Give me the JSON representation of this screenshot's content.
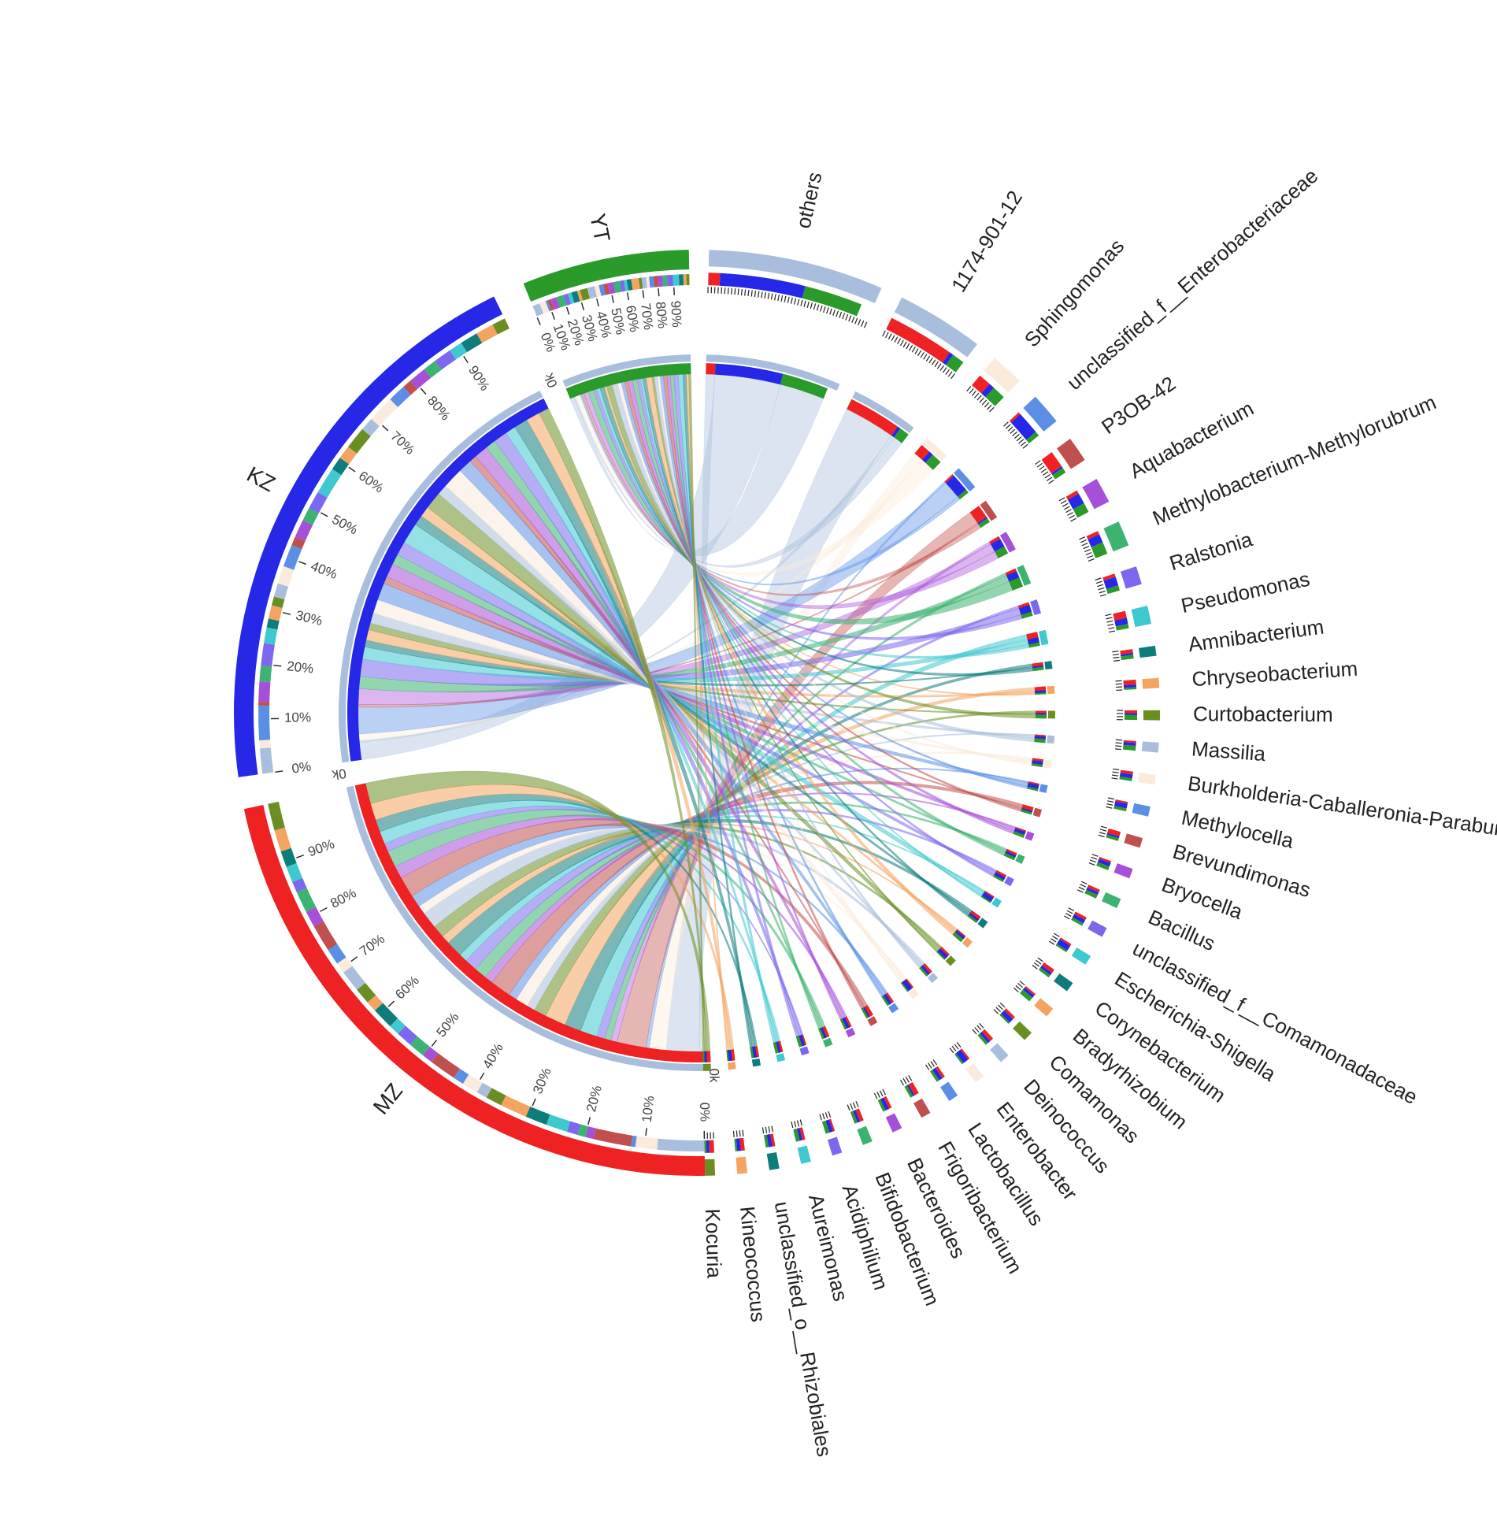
{
  "chart_data": {
    "type": "chord",
    "groups": [
      "MZ",
      "KZ",
      "YT"
    ],
    "group_colors": {
      "MZ": "#ee2222",
      "KZ": "#2727e8",
      "YT": "#2a9a2a"
    },
    "group_totals": [
      1.0,
      1.0,
      1.0
    ],
    "taxa": [
      {
        "name": "others",
        "color": "#a9bedc",
        "share": [
          0.07,
          0.51,
          0.35
        ]
      },
      {
        "name": "1174-901-12",
        "color": "#a9bedc",
        "share": [
          0.8,
          0.05,
          0.15
        ]
      },
      {
        "name": "Sphingomonas",
        "color": "#faebdc",
        "share": [
          0.4,
          0.18,
          0.42
        ]
      },
      {
        "name": "unclassified_f__Enterobacteriaceae",
        "color": "#5b8fe6",
        "share": [
          0.08,
          0.77,
          0.15
        ]
      },
      {
        "name": "P3OB-42",
        "color": "#c0504d",
        "share": [
          0.7,
          0.08,
          0.22
        ]
      },
      {
        "name": "Aquabacterium",
        "color": "#a64fd8",
        "share": [
          0.15,
          0.45,
          0.4
        ]
      },
      {
        "name": "Methylobacterium-Methylorubrum",
        "color": "#3cb371",
        "share": [
          0.15,
          0.35,
          0.5
        ]
      },
      {
        "name": "Ralstonia",
        "color": "#7b68ee",
        "share": [
          0.2,
          0.5,
          0.3
        ]
      },
      {
        "name": "Pseudomonas",
        "color": "#40c8d0",
        "share": [
          0.4,
          0.35,
          0.25
        ]
      },
      {
        "name": "Amnibacterium",
        "color": "#0e7c7b",
        "share": [
          0.4,
          0.2,
          0.4
        ]
      },
      {
        "name": "Chryseobacterium",
        "color": "#f4a460",
        "share": [
          0.5,
          0.3,
          0.2
        ]
      },
      {
        "name": "Curtobacterium",
        "color": "#6b8e23",
        "share": [
          0.3,
          0.2,
          0.5
        ]
      },
      {
        "name": "Massilia",
        "color": "#a9bedc",
        "share": [
          0.2,
          0.3,
          0.5
        ]
      },
      {
        "name": "Burkholderia-Caballeronia-Paraburkholderia",
        "color": "#faebdc",
        "share": [
          0.3,
          0.4,
          0.3
        ]
      },
      {
        "name": "Methylocella",
        "color": "#5b8fe6",
        "share": [
          0.2,
          0.5,
          0.3
        ]
      },
      {
        "name": "Brevundimonas",
        "color": "#c0504d",
        "share": [
          0.5,
          0.2,
          0.3
        ]
      },
      {
        "name": "Bryocella",
        "color": "#a64fd8",
        "share": [
          0.2,
          0.4,
          0.4
        ]
      },
      {
        "name": "Bacillus",
        "color": "#3cb371",
        "share": [
          0.3,
          0.3,
          0.4
        ]
      },
      {
        "name": "unclassified_f__Comamonadaceae",
        "color": "#7b68ee",
        "share": [
          0.3,
          0.4,
          0.3
        ]
      },
      {
        "name": "Escherichia-Shigella",
        "color": "#40c8d0",
        "share": [
          0.2,
          0.6,
          0.2
        ]
      },
      {
        "name": "Corynebacterium",
        "color": "#0e7c7b",
        "share": [
          0.4,
          0.3,
          0.3
        ]
      },
      {
        "name": "Bradyrhizobium",
        "color": "#f4a460",
        "share": [
          0.2,
          0.3,
          0.5
        ]
      },
      {
        "name": "Comamonas",
        "color": "#6b8e23",
        "share": [
          0.3,
          0.5,
          0.2
        ]
      },
      {
        "name": "Deinococcus",
        "color": "#a9bedc",
        "share": [
          0.4,
          0.3,
          0.3
        ]
      },
      {
        "name": "Enterobacter",
        "color": "#faebdc",
        "share": [
          0.2,
          0.6,
          0.2
        ]
      },
      {
        "name": "Lactobacillus",
        "color": "#5b8fe6",
        "share": [
          0.3,
          0.4,
          0.3
        ]
      },
      {
        "name": "Frigoribacterium",
        "color": "#c0504d",
        "share": [
          0.5,
          0.2,
          0.3
        ]
      },
      {
        "name": "Bacteroides",
        "color": "#a64fd8",
        "share": [
          0.3,
          0.4,
          0.3
        ]
      },
      {
        "name": "Bifidobacterium",
        "color": "#3cb371",
        "share": [
          0.4,
          0.3,
          0.3
        ]
      },
      {
        "name": "Acidiphilium",
        "color": "#7b68ee",
        "share": [
          0.2,
          0.4,
          0.4
        ]
      },
      {
        "name": "Aureimonas",
        "color": "#40c8d0",
        "share": [
          0.3,
          0.3,
          0.4
        ]
      },
      {
        "name": "unclassified_o__Rhizobiales",
        "color": "#0e7c7b",
        "share": [
          0.3,
          0.4,
          0.3
        ]
      },
      {
        "name": "Kineococcus",
        "color": "#f4a460",
        "share": [
          0.4,
          0.4,
          0.2
        ]
      },
      {
        "name": "Kocuria",
        "color": "#6b8e23",
        "share": [
          0.5,
          0.3,
          0.2
        ]
      }
    ],
    "group_tick_labels": [
      "0%",
      "10%",
      "20%",
      "30%",
      "40%",
      "50%",
      "60%",
      "70%",
      "80%",
      "90%"
    ],
    "zero_label": "0k"
  }
}
